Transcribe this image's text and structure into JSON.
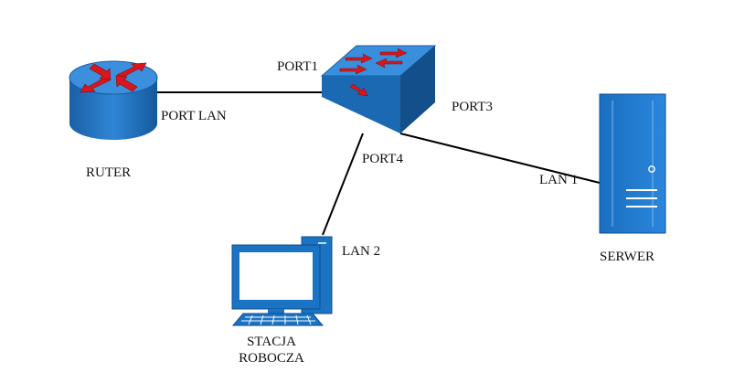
{
  "diagram": {
    "nodes": {
      "router": {
        "label": "RUTER",
        "icon": "router-icon"
      },
      "switch": {
        "icon": "switch-icon"
      },
      "server": {
        "label": "SERWER",
        "icon": "server-icon"
      },
      "workstation": {
        "label_line1": "STACJA",
        "label_line2": "ROBOCZA",
        "icon": "workstation-icon"
      }
    },
    "links": [
      {
        "from": "router",
        "to": "switch",
        "from_port": "PORT LAN",
        "to_port": "PORT1"
      },
      {
        "from": "switch",
        "to": "server",
        "from_port": "PORT3",
        "to_port": "LAN 1"
      },
      {
        "from": "switch",
        "to": "workstation",
        "from_port": "PORT4",
        "to_port": "LAN 2"
      }
    ],
    "colors": {
      "device_blue": "#1b73c3",
      "device_dark_blue": "#0f4f8e",
      "arrow_red": "#d9161b",
      "line": "#000000"
    }
  }
}
